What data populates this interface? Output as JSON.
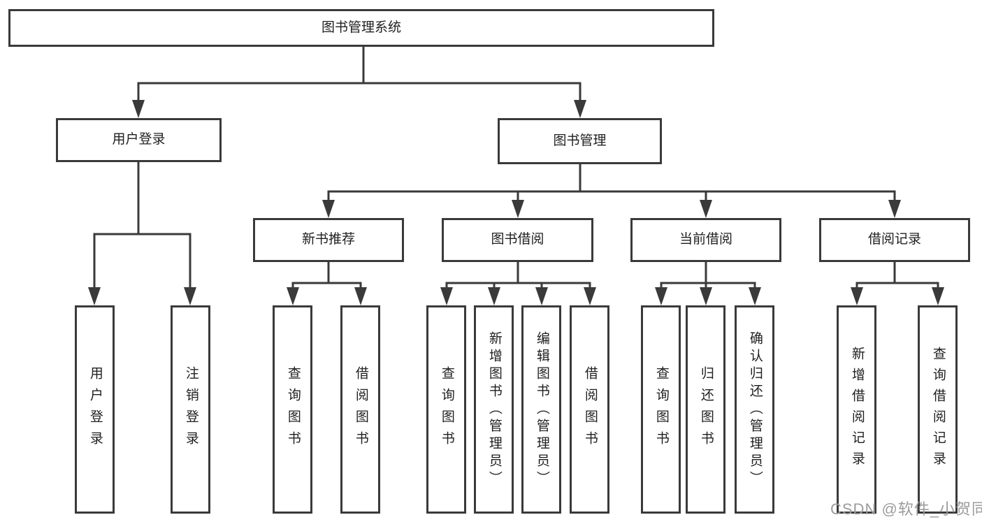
{
  "colors": {
    "line": "#3a3a3a",
    "box_border": "#3a3a3a",
    "box_background": "#ffffff",
    "text": "#1f1f1f",
    "watermark": "#9c9c9c",
    "page_background": "#ffffff"
  },
  "diagram": {
    "root": {
      "label": "图书管理系统"
    },
    "level2": {
      "user_login": {
        "label": "用户登录"
      },
      "book_mgmt": {
        "label": "图书管理"
      }
    },
    "level3": {
      "new_book_rec": {
        "label": "新书推荐"
      },
      "book_borrow": {
        "label": "图书借阅"
      },
      "current_borrow": {
        "label": "当前借阅"
      },
      "borrow_record": {
        "label": "借阅记录"
      }
    },
    "leaves": {
      "login_user_login": {
        "label": "用户登录"
      },
      "login_logout": {
        "label": "注销登录"
      },
      "rec_query_book": {
        "label": "查询图书"
      },
      "rec_borrow_book": {
        "label": "借阅图书"
      },
      "bor_query_book": {
        "label": "查询图书"
      },
      "bor_add_book": {
        "label": "新增图书（管理员）"
      },
      "bor_edit_book": {
        "label": "编辑图书（管理员）"
      },
      "bor_borrow_book": {
        "label": "借阅图书"
      },
      "cur_query_book": {
        "label": "查询图书"
      },
      "cur_return_book": {
        "label": "归还图书"
      },
      "cur_confirm_return": {
        "label": "确认归还（管理员）"
      },
      "hist_add_record": {
        "label": "新增借阅记录"
      },
      "hist_query_record": {
        "label": "查询借阅记录"
      }
    }
  },
  "watermark": {
    "text": "CSDN @软件_小贺同学"
  }
}
